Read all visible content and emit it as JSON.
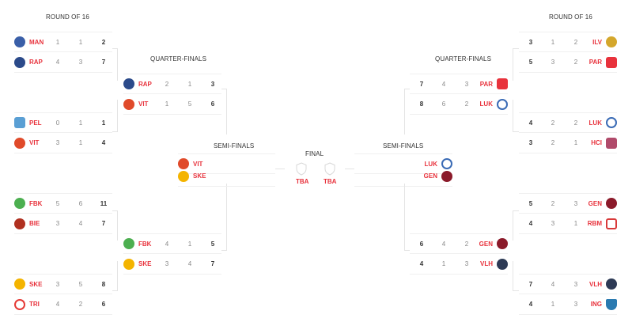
{
  "colors": {
    "accent": "#e8323c",
    "line": "#e4e4e4",
    "text": "#333333",
    "muted": "#888888"
  },
  "headers": {
    "left_r16": "ROUND OF 16",
    "left_qf": "QUARTER-FINALS",
    "left_sf": "SEMI-FINALS",
    "final": "FINAL",
    "right_sf": "SEMI-FINALS",
    "right_qf": "QUARTER-FINALS",
    "right_r16": "ROUND OF 16"
  },
  "left": {
    "r16": [
      {
        "a": {
          "team": "MAN",
          "logo": "#3a5fa8",
          "s1": "1",
          "s2": "1",
          "total": "2"
        },
        "b": {
          "team": "RAP",
          "logo": "#2b4a8a",
          "s1": "4",
          "s2": "3",
          "total": "7"
        }
      },
      {
        "a": {
          "team": "PEL",
          "logo": "#5a9fd4",
          "s1": "0",
          "s2": "1",
          "total": "1"
        },
        "b": {
          "team": "VIT",
          "logo": "#e04a2a",
          "s1": "3",
          "s2": "1",
          "total": "4"
        }
      },
      {
        "a": {
          "team": "FBK",
          "logo": "#4caf50",
          "s1": "5",
          "s2": "6",
          "total": "11"
        },
        "b": {
          "team": "BIE",
          "logo": "#b03020",
          "s1": "3",
          "s2": "4",
          "total": "7"
        }
      },
      {
        "a": {
          "team": "SKE",
          "logo": "#f4b400",
          "s1": "3",
          "s2": "5",
          "total": "8"
        },
        "b": {
          "team": "TRI",
          "logo": "#e53935",
          "s1": "4",
          "s2": "2",
          "total": "6"
        }
      }
    ],
    "qf": [
      {
        "a": {
          "team": "RAP",
          "logo": "#2b4a8a",
          "s1": "2",
          "s2": "1",
          "total": "3"
        },
        "b": {
          "team": "VIT",
          "logo": "#e04a2a",
          "s1": "1",
          "s2": "5",
          "total": "6"
        }
      },
      {
        "a": {
          "team": "FBK",
          "logo": "#4caf50",
          "s1": "4",
          "s2": "1",
          "total": "5"
        },
        "b": {
          "team": "SKE",
          "logo": "#f4b400",
          "s1": "3",
          "s2": "4",
          "total": "7"
        }
      }
    ],
    "sf": {
      "a": {
        "team": "VIT",
        "logo": "#e04a2a"
      },
      "b": {
        "team": "SKE",
        "logo": "#f4b400"
      }
    }
  },
  "final": {
    "team_a": "TBA",
    "team_b": "TBA",
    "icon": "shield-icon"
  },
  "right": {
    "sf": {
      "a": {
        "team": "LUK",
        "logo": "#3a6bb5"
      },
      "b": {
        "team": "GEN",
        "logo": "#8b1a2a"
      }
    },
    "qf": [
      {
        "a": {
          "team": "PAR",
          "logo": "#e8323c",
          "total": "7",
          "s1": "4",
          "s2": "3"
        },
        "b": {
          "team": "LUK",
          "logo": "#3a6bb5",
          "total": "8",
          "s1": "6",
          "s2": "2"
        }
      },
      {
        "a": {
          "team": "GEN",
          "logo": "#8b1a2a",
          "total": "6",
          "s1": "4",
          "s2": "2"
        },
        "b": {
          "team": "VLH",
          "logo": "#2d3a55",
          "total": "4",
          "s1": "1",
          "s2": "3"
        }
      }
    ],
    "r16": [
      {
        "a": {
          "team": "ILV",
          "logo": "#d4a72c",
          "total": "3",
          "s1": "1",
          "s2": "2"
        },
        "b": {
          "team": "PAR",
          "logo": "#e8323c",
          "total": "5",
          "s1": "3",
          "s2": "2"
        }
      },
      {
        "a": {
          "team": "LUK",
          "logo": "#3a6bb5",
          "total": "4",
          "s1": "2",
          "s2": "2"
        },
        "b": {
          "team": "HCI",
          "logo": "#b04a6a",
          "total": "3",
          "s1": "2",
          "s2": "1"
        }
      },
      {
        "a": {
          "team": "GEN",
          "logo": "#8b1a2a",
          "total": "5",
          "s1": "2",
          "s2": "3"
        },
        "b": {
          "team": "RBM",
          "logo": "#d83a3a",
          "total": "4",
          "s1": "3",
          "s2": "1"
        }
      },
      {
        "a": {
          "team": "VLH",
          "logo": "#2d3a55",
          "total": "7",
          "s1": "4",
          "s2": "3"
        },
        "b": {
          "team": "ING",
          "logo": "#2a7ab0",
          "total": "4",
          "s1": "1",
          "s2": "3"
        }
      }
    ]
  }
}
